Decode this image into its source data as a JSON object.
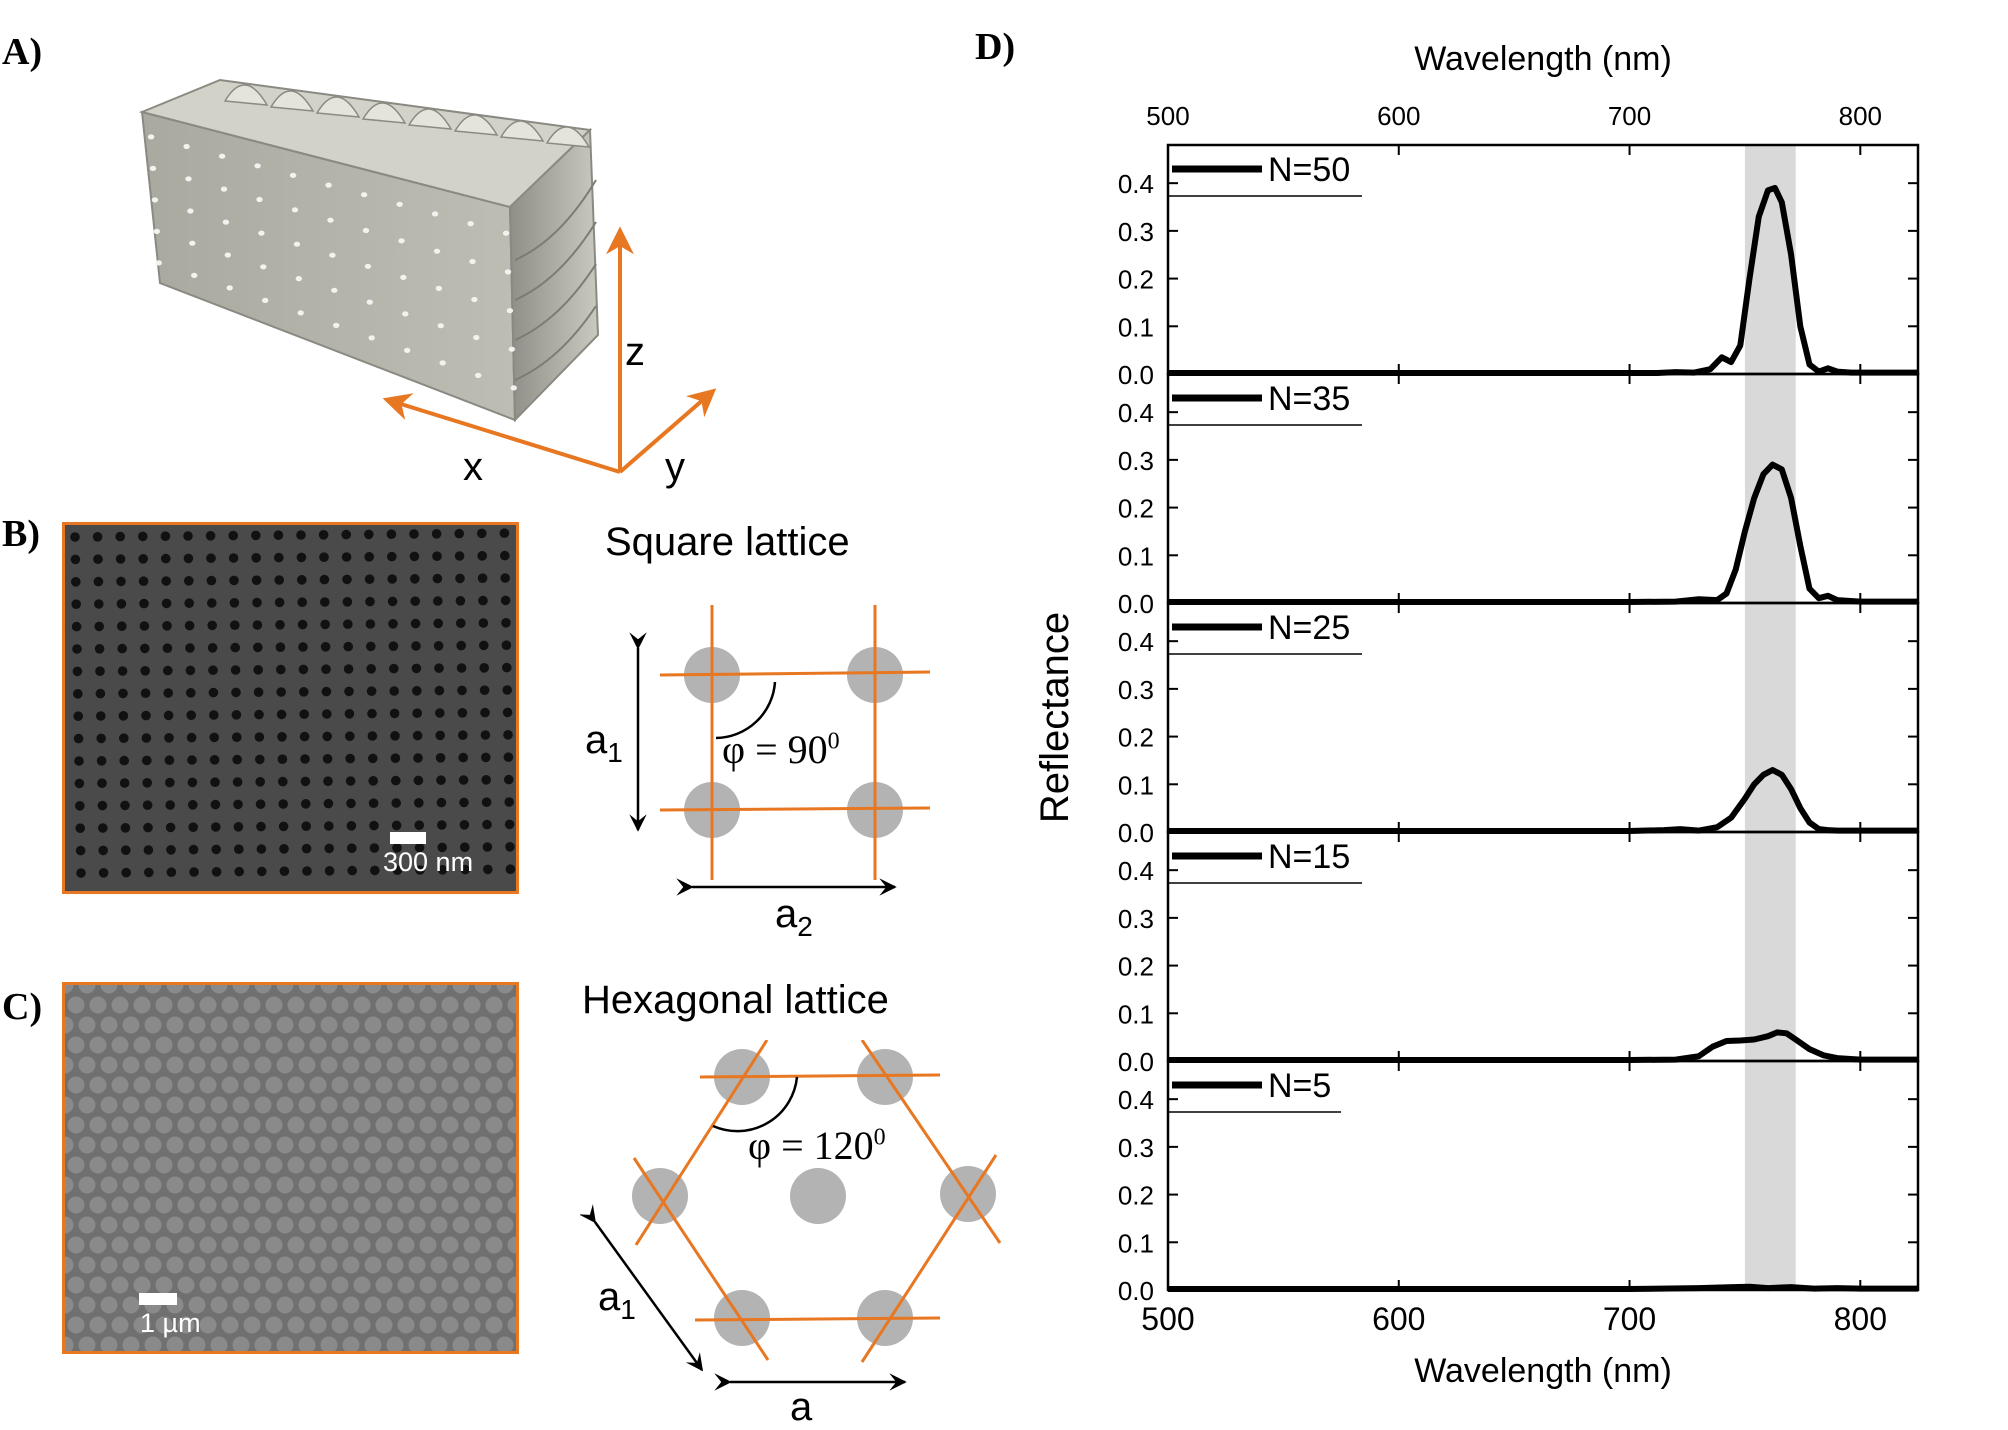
{
  "panels": {
    "a": {
      "letter": "A)",
      "axis_x": "x",
      "axis_y": "y",
      "axis_z": "z"
    },
    "b": {
      "letter": "B)",
      "title": "Square lattice",
      "scale": "300 nm",
      "a1": "a",
      "a1_sub": "1",
      "a2": "a",
      "a2_sub": "2",
      "angle": "φ = 90",
      "angle_sup": "0"
    },
    "c": {
      "letter": "C)",
      "title": "Hexagonal lattice",
      "scale": "1 µm",
      "a1": "a",
      "a1_sub": "1",
      "a": "a",
      "angle": "φ = 120",
      "angle_sup": "0"
    },
    "d": {
      "letter": "D)"
    }
  },
  "colors": {
    "accent": "#e87722",
    "lattice_dot": "#b3b3b3",
    "band": "#d9d9d9",
    "line": "#000000"
  },
  "chart_data": {
    "type": "line",
    "xlabel": "Wavelength (nm)",
    "ylabel": "Reflectance",
    "xlim": [
      500,
      825
    ],
    "ylim": [
      0,
      0.48
    ],
    "x_ticks": [
      500,
      600,
      700,
      800
    ],
    "y_ticks": [
      0.0,
      0.1,
      0.2,
      0.3,
      0.4
    ],
    "highlight_band": [
      750,
      772
    ],
    "series": [
      {
        "name": "N=50",
        "x": [
          500,
          600,
          700,
          712,
          720,
          728,
          735,
          740,
          744,
          748,
          752,
          756,
          760,
          763,
          766,
          770,
          774,
          778,
          782,
          786,
          790,
          796,
          805,
          825
        ],
        "y": [
          0.002,
          0.002,
          0.002,
          0.002,
          0.004,
          0.003,
          0.01,
          0.035,
          0.025,
          0.06,
          0.2,
          0.33,
          0.385,
          0.39,
          0.36,
          0.25,
          0.1,
          0.02,
          0.005,
          0.012,
          0.005,
          0.003,
          0.003,
          0.003
        ]
      },
      {
        "name": "N=35",
        "x": [
          500,
          600,
          700,
          720,
          730,
          738,
          742,
          746,
          750,
          754,
          758,
          762,
          766,
          770,
          774,
          778,
          782,
          786,
          790,
          800,
          825
        ],
        "y": [
          0.002,
          0.002,
          0.002,
          0.003,
          0.008,
          0.006,
          0.02,
          0.07,
          0.15,
          0.22,
          0.27,
          0.29,
          0.28,
          0.22,
          0.12,
          0.03,
          0.01,
          0.015,
          0.006,
          0.003,
          0.003
        ]
      },
      {
        "name": "N=25",
        "x": [
          500,
          600,
          700,
          715,
          722,
          730,
          738,
          744,
          750,
          754,
          758,
          762,
          766,
          770,
          774,
          778,
          782,
          786,
          790,
          800,
          825
        ],
        "y": [
          0.002,
          0.002,
          0.002,
          0.004,
          0.006,
          0.003,
          0.01,
          0.03,
          0.07,
          0.1,
          0.12,
          0.13,
          0.12,
          0.09,
          0.05,
          0.02,
          0.006,
          0.004,
          0.003,
          0.003,
          0.003
        ]
      },
      {
        "name": "N=15",
        "x": [
          500,
          600,
          700,
          720,
          730,
          736,
          742,
          748,
          754,
          760,
          764,
          768,
          772,
          778,
          784,
          790,
          800,
          825
        ],
        "y": [
          0.002,
          0.002,
          0.002,
          0.003,
          0.01,
          0.03,
          0.042,
          0.043,
          0.045,
          0.052,
          0.06,
          0.058,
          0.045,
          0.025,
          0.012,
          0.006,
          0.003,
          0.003
        ]
      },
      {
        "name": "N=5",
        "x": [
          500,
          600,
          700,
          730,
          745,
          752,
          760,
          770,
          780,
          790,
          800,
          825
        ],
        "y": [
          0.002,
          0.002,
          0.002,
          0.004,
          0.006,
          0.007,
          0.004,
          0.006,
          0.003,
          0.004,
          0.003,
          0.003
        ]
      }
    ]
  }
}
